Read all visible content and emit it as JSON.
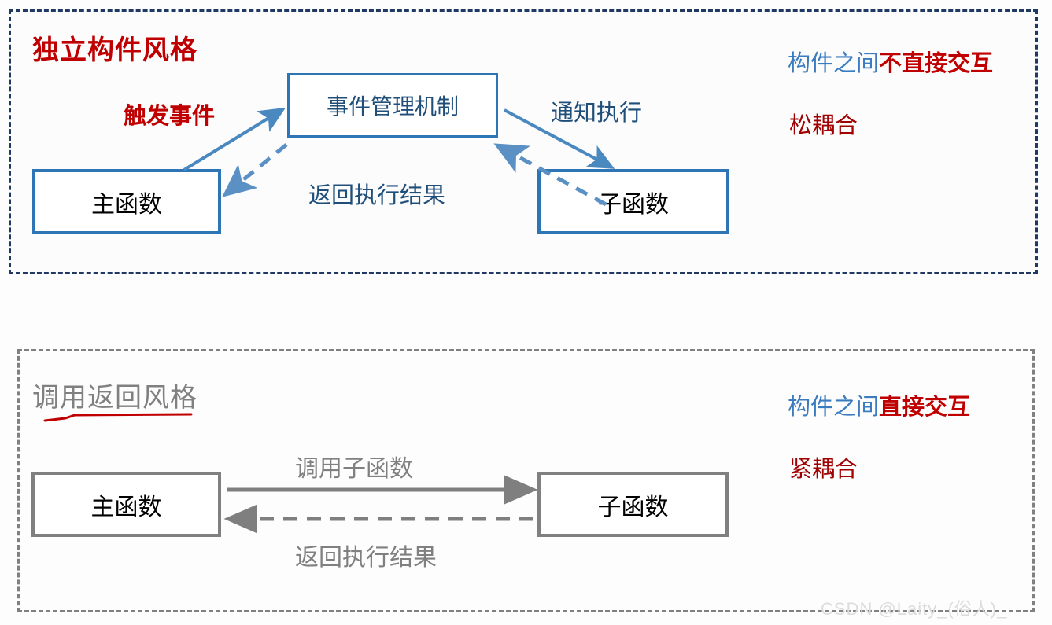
{
  "diagram": {
    "watermark": "CSDN @Laity_(俗人)_",
    "panels": [
      {
        "id": "event-style",
        "title": "独立构件风格",
        "title_color": "#c00000",
        "border_color": "#1f3864",
        "border_style": "dashed",
        "nodes": [
          {
            "id": "event-manager",
            "label": "事件管理机制",
            "text_color": "#1f4e79",
            "border_color": "#2e75b6"
          },
          {
            "id": "main-function",
            "label": "主函数",
            "text_color": "#000000",
            "border_color": "#2e75b6"
          },
          {
            "id": "sub-function",
            "label": "子函数",
            "text_color": "#000000",
            "border_color": "#2e75b6"
          }
        ],
        "edges": [
          {
            "id": "trigger-event",
            "label": "触发事件",
            "from": "main-function",
            "to": "event-manager",
            "style": "solid",
            "color": "#c00000"
          },
          {
            "id": "notify-execute",
            "label": "通知执行",
            "from": "event-manager",
            "to": "sub-function",
            "style": "solid",
            "color": "#1f4e79"
          },
          {
            "id": "return-result",
            "label": "返回执行结果",
            "from": "sub-function",
            "to": "main-function",
            "style": "dashed",
            "color": "#1f4e79"
          }
        ],
        "notes": [
          {
            "id": "interaction",
            "prefix": "构件之间",
            "prefix_color": "#3a7cbf",
            "emphasis": "不直接交互",
            "emphasis_color": "#c00000"
          },
          {
            "id": "coupling",
            "text": "松耦合",
            "color": "#a00000"
          }
        ]
      },
      {
        "id": "call-return-style",
        "title": "调用返回风格",
        "title_color": "#808080",
        "title_underline_color": "#c00000",
        "border_color": "#808080",
        "border_style": "dashed",
        "nodes": [
          {
            "id": "main-function",
            "label": "主函数",
            "text_color": "#000000",
            "border_color": "#808080"
          },
          {
            "id": "sub-function",
            "label": "子函数",
            "text_color": "#000000",
            "border_color": "#808080"
          }
        ],
        "edges": [
          {
            "id": "call-sub",
            "label": "调用子函数",
            "from": "main-function",
            "to": "sub-function",
            "style": "solid",
            "color": "#808080"
          },
          {
            "id": "return-result",
            "label": "返回执行结果",
            "from": "sub-function",
            "to": "main-function",
            "style": "dashed",
            "color": "#808080"
          }
        ],
        "notes": [
          {
            "id": "interaction",
            "prefix": "构件之间",
            "prefix_color": "#3a7cbf",
            "emphasis": "直接交互",
            "emphasis_color": "#c00000"
          },
          {
            "id": "coupling",
            "text": "紧耦合",
            "color": "#a00000"
          }
        ]
      }
    ]
  }
}
